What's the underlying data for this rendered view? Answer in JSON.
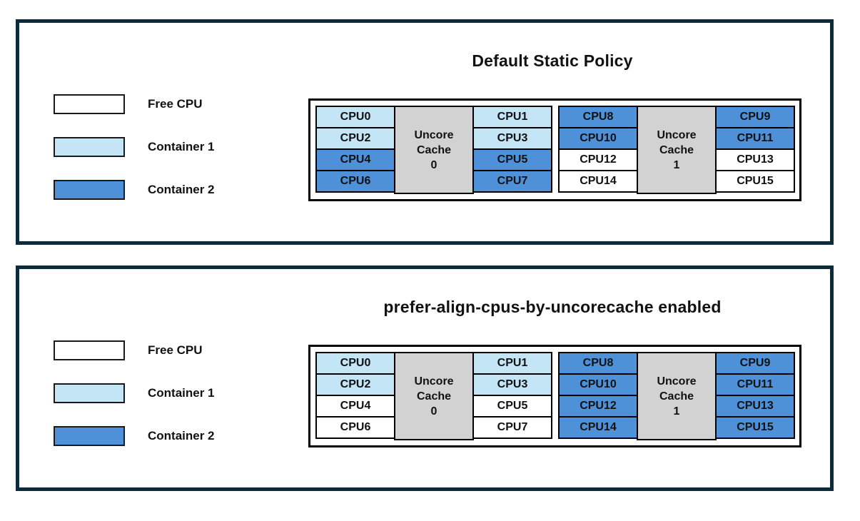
{
  "colors": {
    "free": "#FFFFFF",
    "container1": "#C4E5F6",
    "container2": "#4E91D8",
    "cache": "#D2D2D2",
    "panel_border": "#0C2B3B",
    "text": "#111111"
  },
  "legend": {
    "items": [
      {
        "label": "Free CPU",
        "state": "free"
      },
      {
        "label": "Container 1",
        "state": "container1"
      },
      {
        "label": "Container 2",
        "state": "container2"
      }
    ]
  },
  "panels": [
    {
      "title": "Default Static Policy",
      "groups": [
        {
          "cache_lines": [
            "Uncore",
            "Cache",
            "0"
          ],
          "left": [
            {
              "label": "CPU0",
              "state": "container1"
            },
            {
              "label": "CPU2",
              "state": "container1"
            },
            {
              "label": "CPU4",
              "state": "container2"
            },
            {
              "label": "CPU6",
              "state": "container2"
            }
          ],
          "right": [
            {
              "label": "CPU1",
              "state": "container1"
            },
            {
              "label": "CPU3",
              "state": "container1"
            },
            {
              "label": "CPU5",
              "state": "container2"
            },
            {
              "label": "CPU7",
              "state": "container2"
            }
          ]
        },
        {
          "cache_lines": [
            "Uncore",
            "Cache",
            "1"
          ],
          "left": [
            {
              "label": "CPU8",
              "state": "container2"
            },
            {
              "label": "CPU10",
              "state": "container2"
            },
            {
              "label": "CPU12",
              "state": "free"
            },
            {
              "label": "CPU14",
              "state": "free"
            }
          ],
          "right": [
            {
              "label": "CPU9",
              "state": "container2"
            },
            {
              "label": "CPU11",
              "state": "container2"
            },
            {
              "label": "CPU13",
              "state": "free"
            },
            {
              "label": "CPU15",
              "state": "free"
            }
          ]
        }
      ]
    },
    {
      "title": "prefer-align-cpus-by-uncorecache enabled",
      "groups": [
        {
          "cache_lines": [
            "Uncore",
            "Cache",
            "0"
          ],
          "left": [
            {
              "label": "CPU0",
              "state": "container1"
            },
            {
              "label": "CPU2",
              "state": "container1"
            },
            {
              "label": "CPU4",
              "state": "free"
            },
            {
              "label": "CPU6",
              "state": "free"
            }
          ],
          "right": [
            {
              "label": "CPU1",
              "state": "container1"
            },
            {
              "label": "CPU3",
              "state": "container1"
            },
            {
              "label": "CPU5",
              "state": "free"
            },
            {
              "label": "CPU7",
              "state": "free"
            }
          ]
        },
        {
          "cache_lines": [
            "Uncore",
            "Cache",
            "1"
          ],
          "left": [
            {
              "label": "CPU8",
              "state": "container2"
            },
            {
              "label": "CPU10",
              "state": "container2"
            },
            {
              "label": "CPU12",
              "state": "container2"
            },
            {
              "label": "CPU14",
              "state": "container2"
            }
          ],
          "right": [
            {
              "label": "CPU9",
              "state": "container2"
            },
            {
              "label": "CPU11",
              "state": "container2"
            },
            {
              "label": "CPU13",
              "state": "container2"
            },
            {
              "label": "CPU15",
              "state": "container2"
            }
          ]
        }
      ]
    }
  ]
}
